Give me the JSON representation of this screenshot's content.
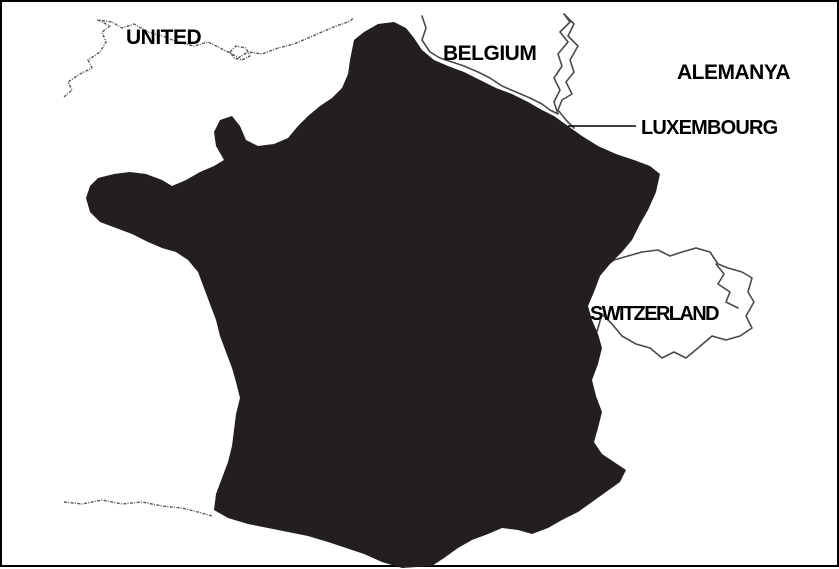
{
  "map": {
    "colors": {
      "france_fill": "#231f20",
      "border": "#4a4a4a",
      "background": "#ffffff",
      "frame": "#000000"
    },
    "labels": {
      "united": "UNITED",
      "belgium": "BELGIUM",
      "alemanya": "ALEMANYA",
      "luxembourg": "LUXEMBOURG",
      "switzerland": "SWITZERLAND"
    }
  }
}
